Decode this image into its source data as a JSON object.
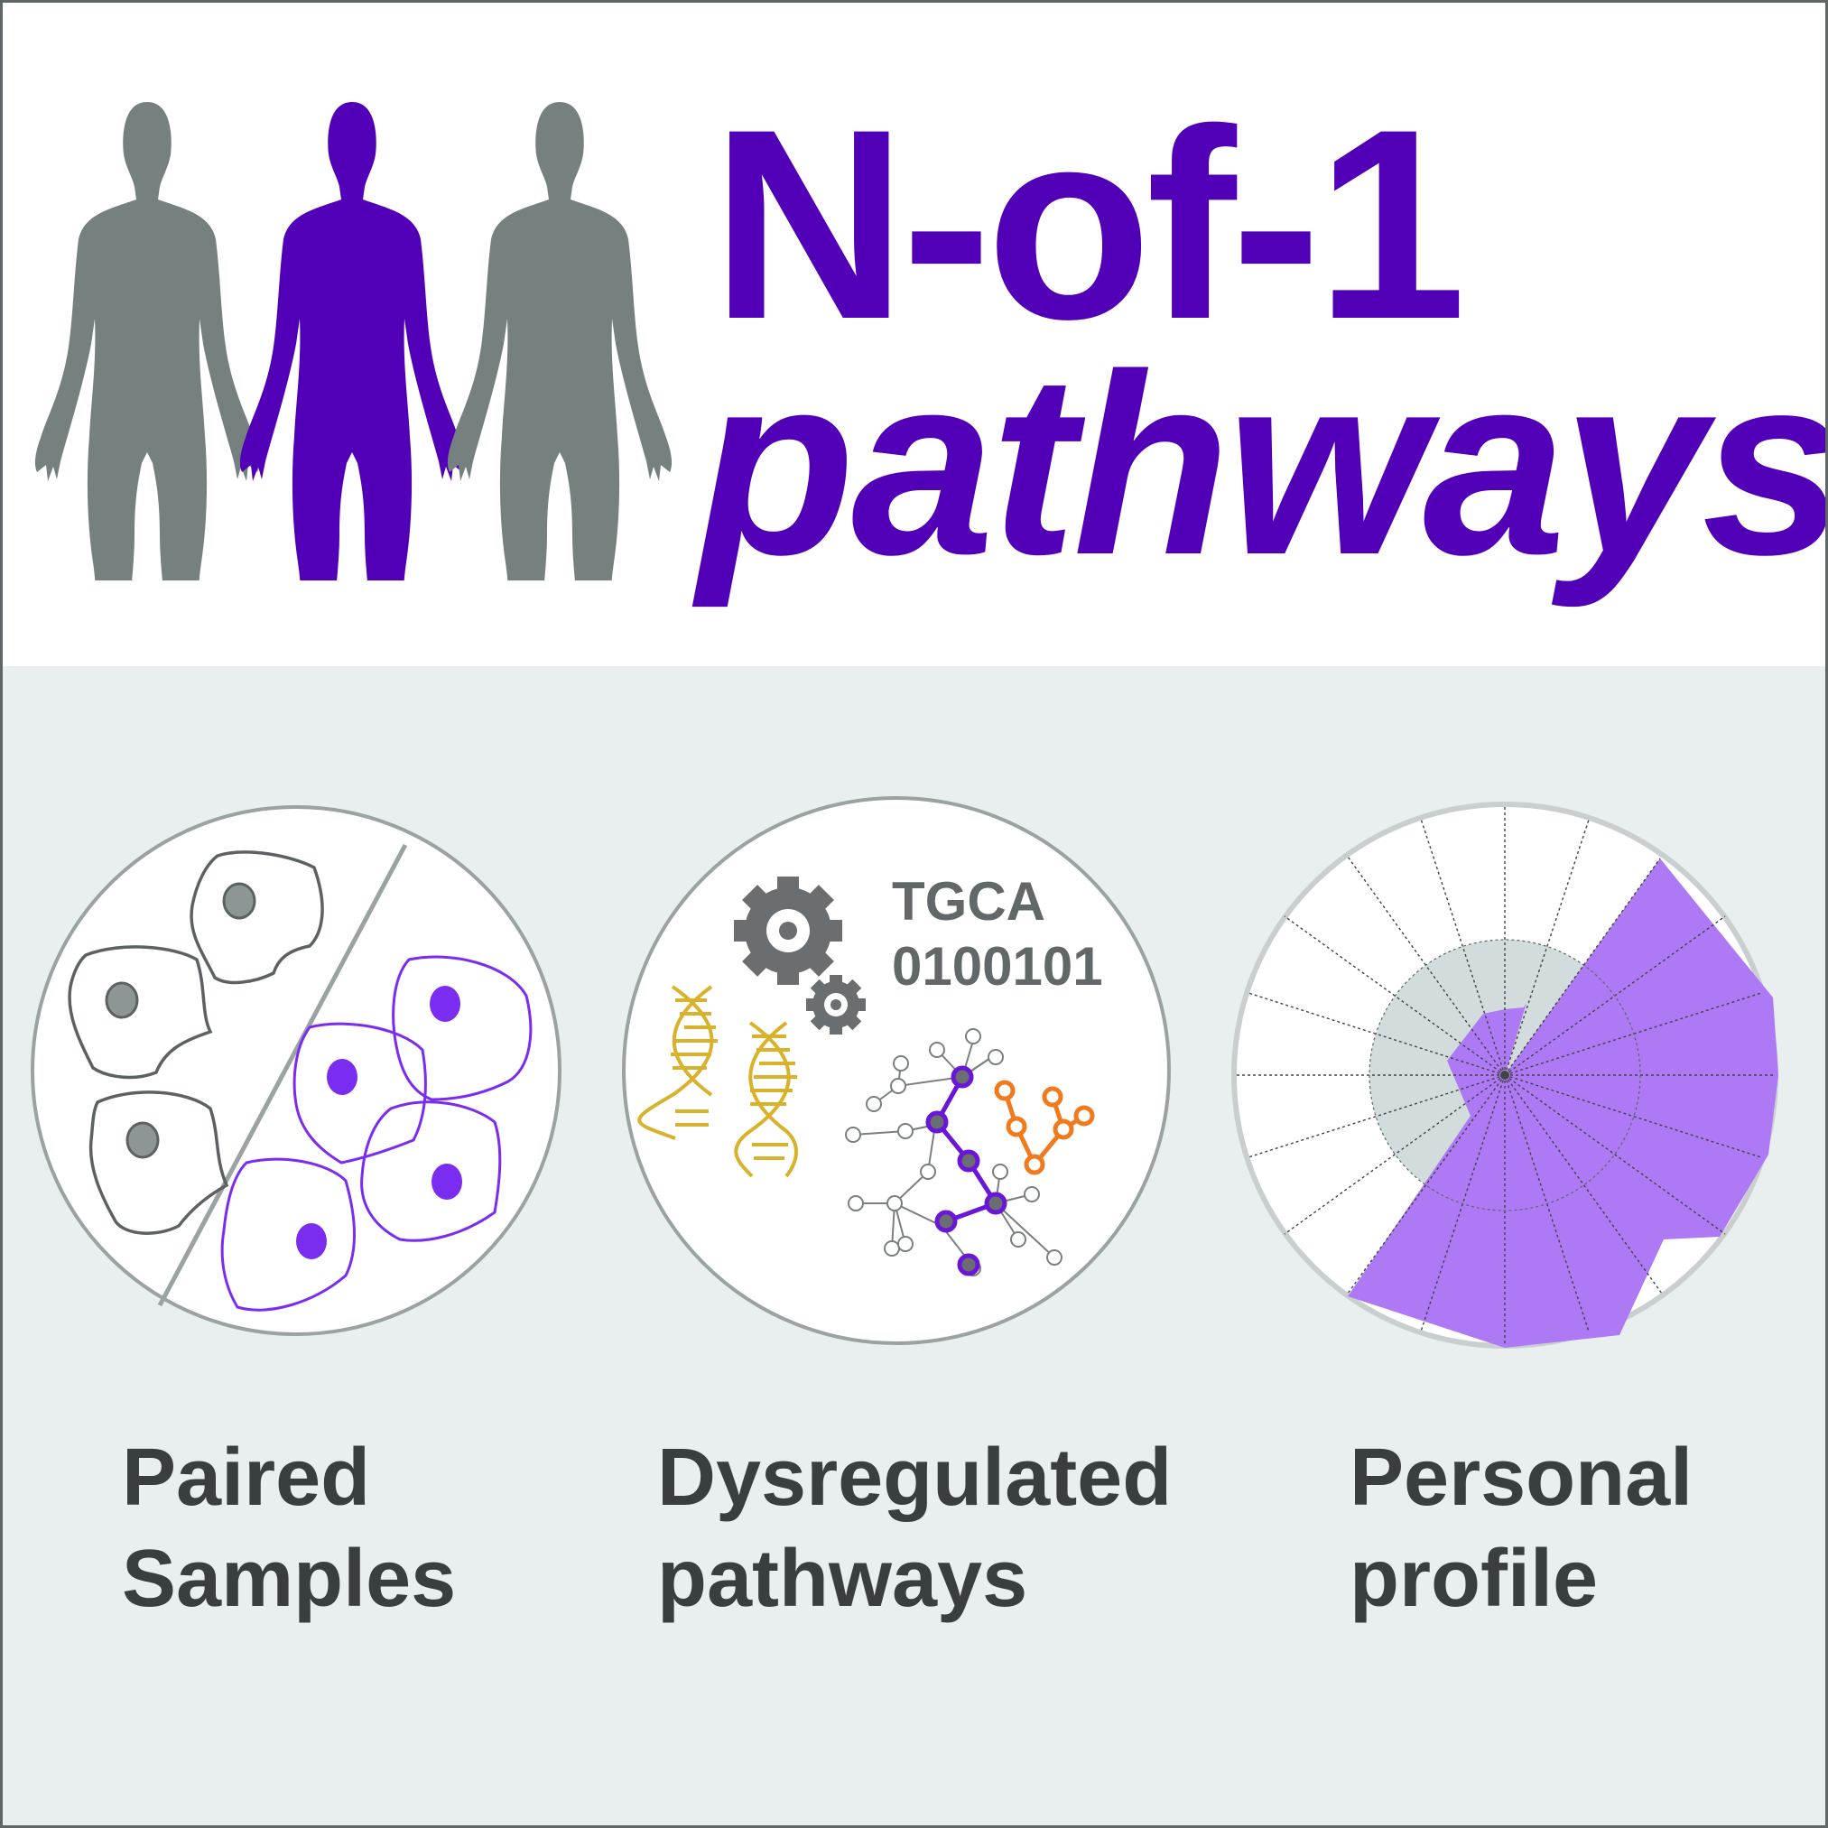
{
  "title": {
    "line1": "N-of-1",
    "line2": "pathways"
  },
  "figures": [
    {
      "name": "left-figure",
      "color": "#75807f"
    },
    {
      "name": "center-figure",
      "color": "#5200b8"
    },
    {
      "name": "right-figure",
      "color": "#75807f"
    }
  ],
  "panels": [
    {
      "name": "paired-samples",
      "caption_line1": "Paired",
      "caption_line2": "Samples"
    },
    {
      "name": "dysregulated-pathways",
      "caption_line1": "Dysregulated",
      "caption_line2": "pathways"
    },
    {
      "name": "personal-profile",
      "caption_line1": "Personal",
      "caption_line2": "profile"
    }
  ],
  "sequence": {
    "letters": "TGCA",
    "binary": "0100101"
  },
  "colors": {
    "brand_purple": "#5200b8",
    "cell_purple": "#7a2cf0",
    "profile_purple": "#ad79f4",
    "figure_gray": "#75807f",
    "dna_yellow": "#d8b22a",
    "pathway_orange": "#f07a1e",
    "background_lower": "#e9efee",
    "text_dark": "#3a3e40"
  },
  "icons": [
    "human-silhouette-icon",
    "cell-icon",
    "gear-icon",
    "dna-helix-icon",
    "network-icon",
    "polar-chart-icon"
  ]
}
